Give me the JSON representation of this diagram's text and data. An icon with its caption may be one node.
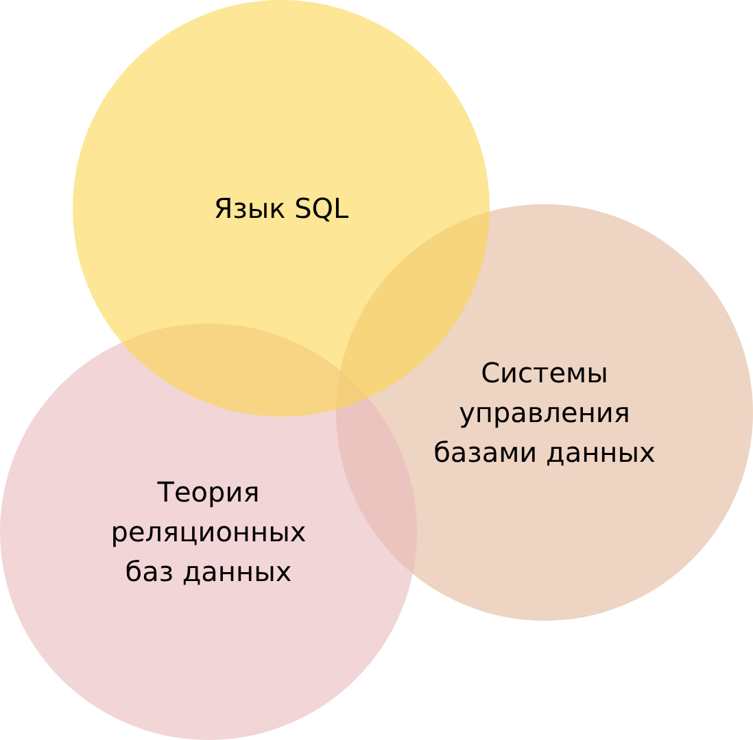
{
  "diagram": {
    "nodes": [
      {
        "text": [
          "Язык SQL"
        ]
      },
      {
        "text": [
          "Системы управления базами данных"
        ]
      },
      {
        "text": [
          "Теория реляционных баз данных"
        ]
      }
    ],
    "edges": []
  }
}
